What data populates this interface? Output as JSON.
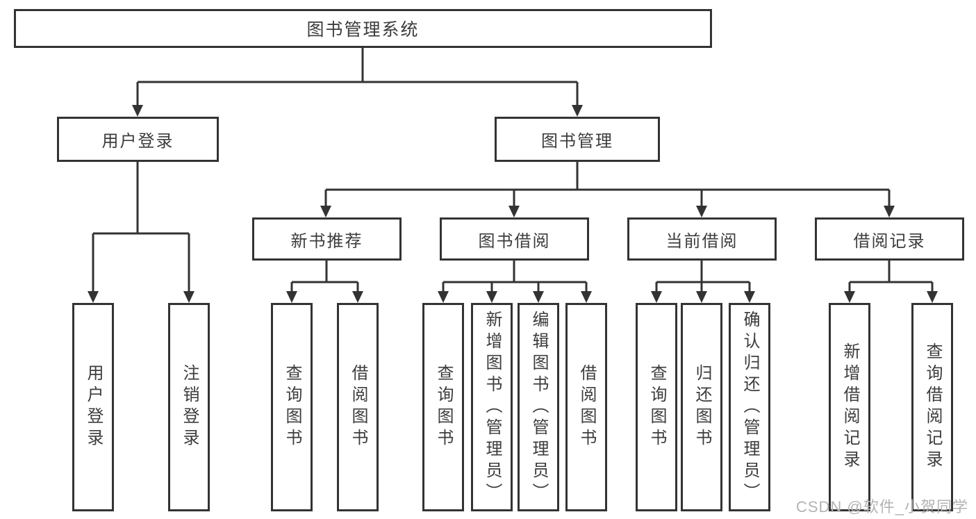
{
  "diagram": {
    "root": "图书管理系统",
    "branches": [
      {
        "label": "用户登录",
        "leaves": [
          "用户登录",
          "注销登录"
        ]
      },
      {
        "label": "图书管理",
        "groups": [
          {
            "label": "新书推荐",
            "leaves": [
              "查询图书",
              "借阅图书"
            ]
          },
          {
            "label": "图书借阅",
            "leaves": [
              "查询图书",
              "新增图书（管理员）",
              "编辑图书（管理员）",
              "借阅图书"
            ]
          },
          {
            "label": "当前借阅",
            "leaves": [
              "查询图书",
              "归还图书",
              "确认归还（管理员）"
            ]
          },
          {
            "label": "借阅记录",
            "leaves": [
              "新增借阅记录",
              "查询借阅记录"
            ]
          }
        ]
      }
    ]
  },
  "watermark": "CSDN @软件_小贺同学",
  "colors": {
    "line": "#333333",
    "text": "#3c3c3c",
    "watermark": "#b3b3b3",
    "background": "#ffffff"
  }
}
